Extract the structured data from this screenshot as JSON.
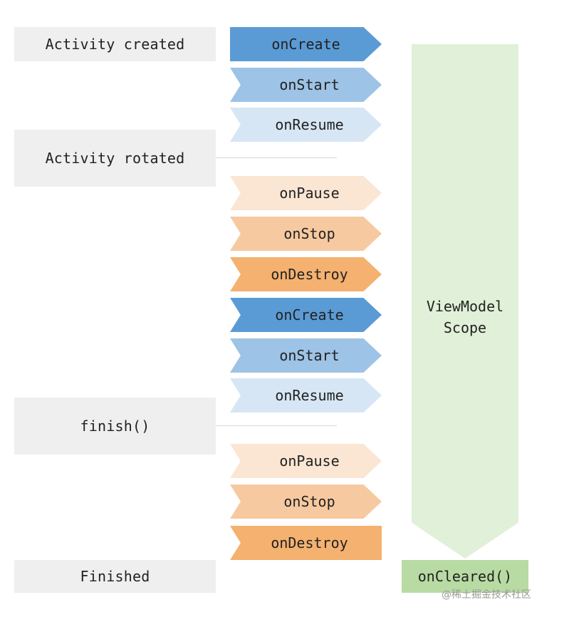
{
  "events": {
    "created": "Activity created",
    "rotated": "Activity rotated",
    "finish": "finish()",
    "finished": "Finished"
  },
  "lifecycle": [
    "onCreate",
    "onStart",
    "onResume",
    "onPause",
    "onStop",
    "onDestroy",
    "onCreate",
    "onStart",
    "onResume",
    "onPause",
    "onStop",
    "onDestroy"
  ],
  "scope": {
    "line1": "ViewModel",
    "line2": "Scope"
  },
  "cleared": "onCleared()",
  "watermark": "@稀土掘金技术社区",
  "colors": {
    "create": "#5b9bd5",
    "start": "#9dc3e6",
    "resume": "#d6e6f5",
    "pause": "#fbe5d3",
    "stop": "#f7c9a0",
    "destroy": "#f4b16f",
    "scope": "#e1f0d8",
    "cleared": "#b8dba4",
    "event_box": "#efefef"
  }
}
